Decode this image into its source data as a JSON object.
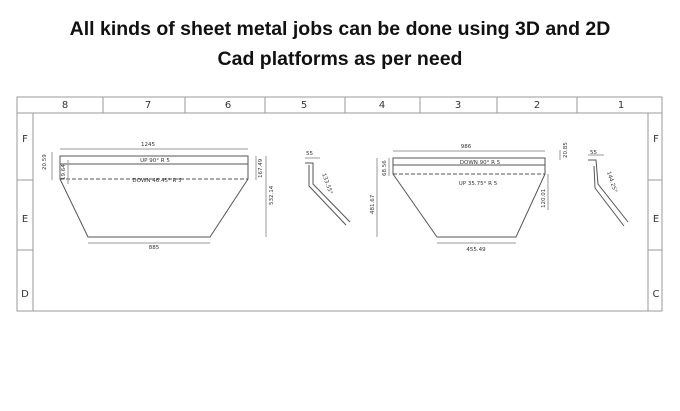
{
  "heading": {
    "line1": "All kinds of sheet metal jobs can be done using 3D and 2D",
    "line2": "Cad platforms as per need"
  },
  "frame": {
    "columns": [
      "8",
      "7",
      "6",
      "5",
      "4",
      "3",
      "2",
      "1"
    ],
    "rows_left": [
      "F",
      "E",
      "D"
    ],
    "rows_right": [
      "F",
      "E",
      "C"
    ]
  },
  "part_left": {
    "top_width": "1245",
    "bend_top": "UP 90° R 5",
    "bend_middle": "DOWN 46.45° R 5",
    "bottom_width": "885",
    "left_overall": "20.59",
    "left_flange": "19.64",
    "right_height_1": "167.49",
    "right_height_2": "532.14",
    "side_flange": "55",
    "side_angle": "133.55°"
  },
  "part_right": {
    "top_width": "986",
    "bend_top": "DOWN 90° R 5",
    "bend_middle": "UP 35.75° R 5",
    "bottom_width": "455.49",
    "left_overall": "481.67",
    "left_flange": "68.56",
    "right_height_1": "20.85",
    "right_height_2": "120.01",
    "side_flange": "55",
    "side_angle": "144.25°"
  },
  "colors": {
    "frame": "#9a9a9a",
    "line": "#555555",
    "text": "#333333"
  }
}
